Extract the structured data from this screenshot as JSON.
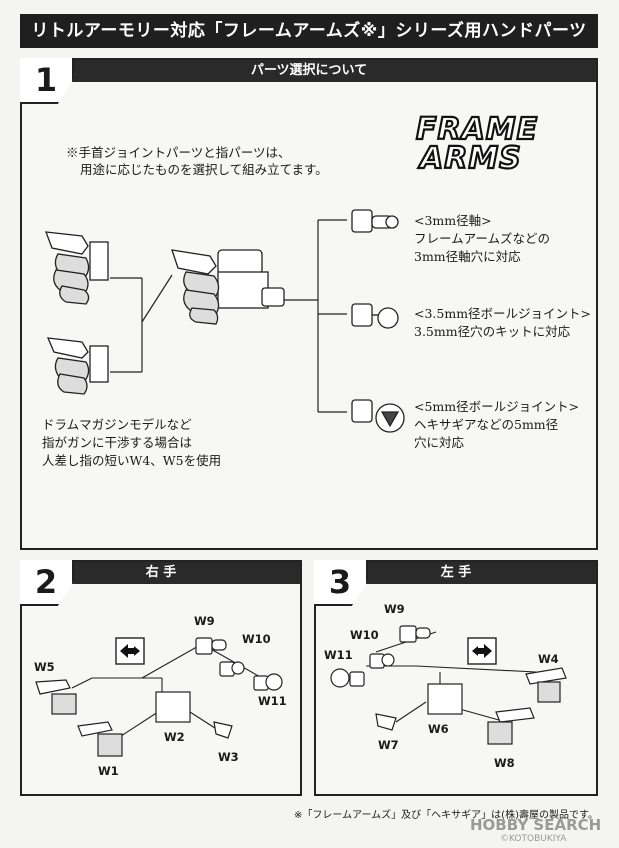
{
  "title": "リトルアーモリー対応「フレームアームズ※」シリーズ用ハンドパーツ",
  "section1": {
    "number": "1",
    "heading": "パーツ選択について",
    "logo_line1": "FRAME",
    "logo_line2": "ARMS",
    "intro_line1": "※手首ジョイントパーツと指パーツは、",
    "intro_line2": "用途に応じたものを選択して組み立てます。",
    "options": [
      {
        "line1": "<3mm径軸>",
        "line2": "フレームアームズなどの",
        "line3": "3mm径軸穴に対応"
      },
      {
        "line1": "<3.5mm径ボールジョイント>",
        "line2": "3.5mm径穴のキットに対応"
      },
      {
        "line1": "<5mm径ボールジョイント>",
        "line2": "ヘキサギアなどの5mm径",
        "line3": "穴に対応"
      }
    ],
    "note_line1": "ドラムマガジンモデルなど",
    "note_line2": "指がガンに干渉する場合は",
    "note_line3": "人差し指の短いW4、W5を使用"
  },
  "section2": {
    "number": "2",
    "heading": "右 手",
    "labels": {
      "w9": "W9",
      "w10": "W10",
      "w11": "W11",
      "w5": "W5",
      "w2": "W2",
      "w3": "W3",
      "w1": "W1"
    }
  },
  "section3": {
    "number": "3",
    "heading": "左 手",
    "labels": {
      "w9": "W9",
      "w10": "W10",
      "w11": "W11",
      "w4": "W4",
      "w6": "W6",
      "w7": "W7",
      "w8": "W8"
    }
  },
  "footer_note": "※「フレームアームズ」及び「ヘキサギア」は(株)壽屋の製品です。",
  "watermark": "HOBBY SEARCH",
  "copyright": "©KOTOBUKIYA"
}
